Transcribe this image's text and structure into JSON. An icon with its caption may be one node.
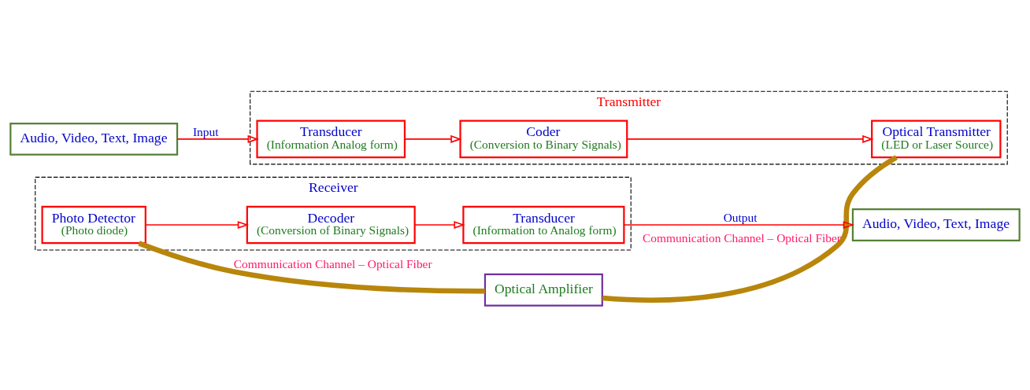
{
  "diagram": {
    "nodes": [
      {
        "text": [
          "Audio, Video, Text, Image"
        ]
      },
      {
        "text": [
          "Transmitter"
        ]
      },
      {
        "text": [
          "Transducer",
          "(Information Analog form)"
        ],
        "in": 1
      },
      {
        "text": [
          "Coder",
          "(Conversion to Binary Signals)"
        ],
        "in": 1
      },
      {
        "text": [
          "Optical Transmitter",
          "(LED or Laser Source)"
        ],
        "in": 1
      },
      {
        "text": [
          "Optical Amplifier"
        ]
      },
      {
        "text": [
          "Receiver"
        ]
      },
      {
        "text": [
          "Photo Detector",
          "(Photo diode)"
        ],
        "in": 6
      },
      {
        "text": [
          "Decoder",
          "(Conversion of Binary Signals)"
        ],
        "in": 6
      },
      {
        "text": [
          "Transducer",
          "(Information to Analog form)"
        ],
        "in": 6
      },
      {
        "text": [
          "Audio, Video, Text, Image"
        ]
      }
    ],
    "edges": [
      {
        "from": 0,
        "to": 2,
        "arrow": "to",
        "label": "Input"
      },
      {
        "from": 2,
        "to": 3,
        "arrow": "to"
      },
      {
        "from": 3,
        "to": 4,
        "arrow": "to"
      },
      {
        "from": 4,
        "to": 5,
        "arrow": "none",
        "label": "Communication Channel – Optical Fiber",
        "style": "thick",
        "color": "#b8860b"
      },
      {
        "from": 5,
        "to": 7,
        "arrow": "none",
        "label": "Communication Channel – Optical Fiber",
        "style": "thick",
        "color": "#b8860b"
      },
      {
        "from": 7,
        "to": 8,
        "arrow": "to"
      },
      {
        "from": 8,
        "to": 9,
        "arrow": "to"
      },
      {
        "from": 9,
        "to": 10,
        "arrow": "to",
        "label": "Output"
      }
    ]
  }
}
